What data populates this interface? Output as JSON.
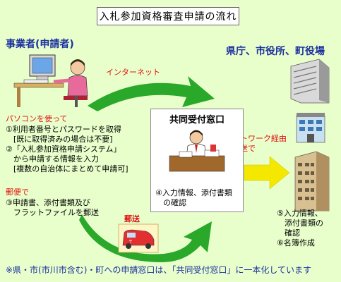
{
  "title": "入札参加資格審査申請の流れ",
  "applicant": {
    "heading": "事業者(申請者)",
    "pc_heading": "パソコンを使って",
    "steps_pc": [
      "①利用者番号とパスワードを取得",
      "　[既に取得済みの場合は不要]",
      "②「入札参加資格申請システム」",
      "　から申請する情報を入力",
      "　[複数の自治体にまとめて申請可]"
    ],
    "mail_heading": "郵便で",
    "steps_mail": [
      "③申請書、添付書類及び",
      "　フラットファイルを郵送"
    ]
  },
  "gov": {
    "heading": "県庁、市役所、町役場",
    "steps": [
      "⑤入力情報、",
      "　添付書類の",
      "　確認",
      "⑥名簿作成"
    ]
  },
  "center": {
    "title": "共同受付窓口",
    "steps": [
      "④入力情報、添付書類",
      "　の確認"
    ]
  },
  "arrows": {
    "internet": "インターネット",
    "network": [
      "ネットワーク経由",
      "や郵送で"
    ],
    "post": "郵送"
  },
  "footnote": "※県・市(市川市含む)・町への申請窓口は、「共同受付窓口」に一本化しています",
  "colors": {
    "heading_blue": "#1a2f9e",
    "accent_red": "#e01010",
    "arrow_green": "#2aa82a",
    "arrow_yellow": "#f5e800",
    "background": "#e8ffcc"
  }
}
